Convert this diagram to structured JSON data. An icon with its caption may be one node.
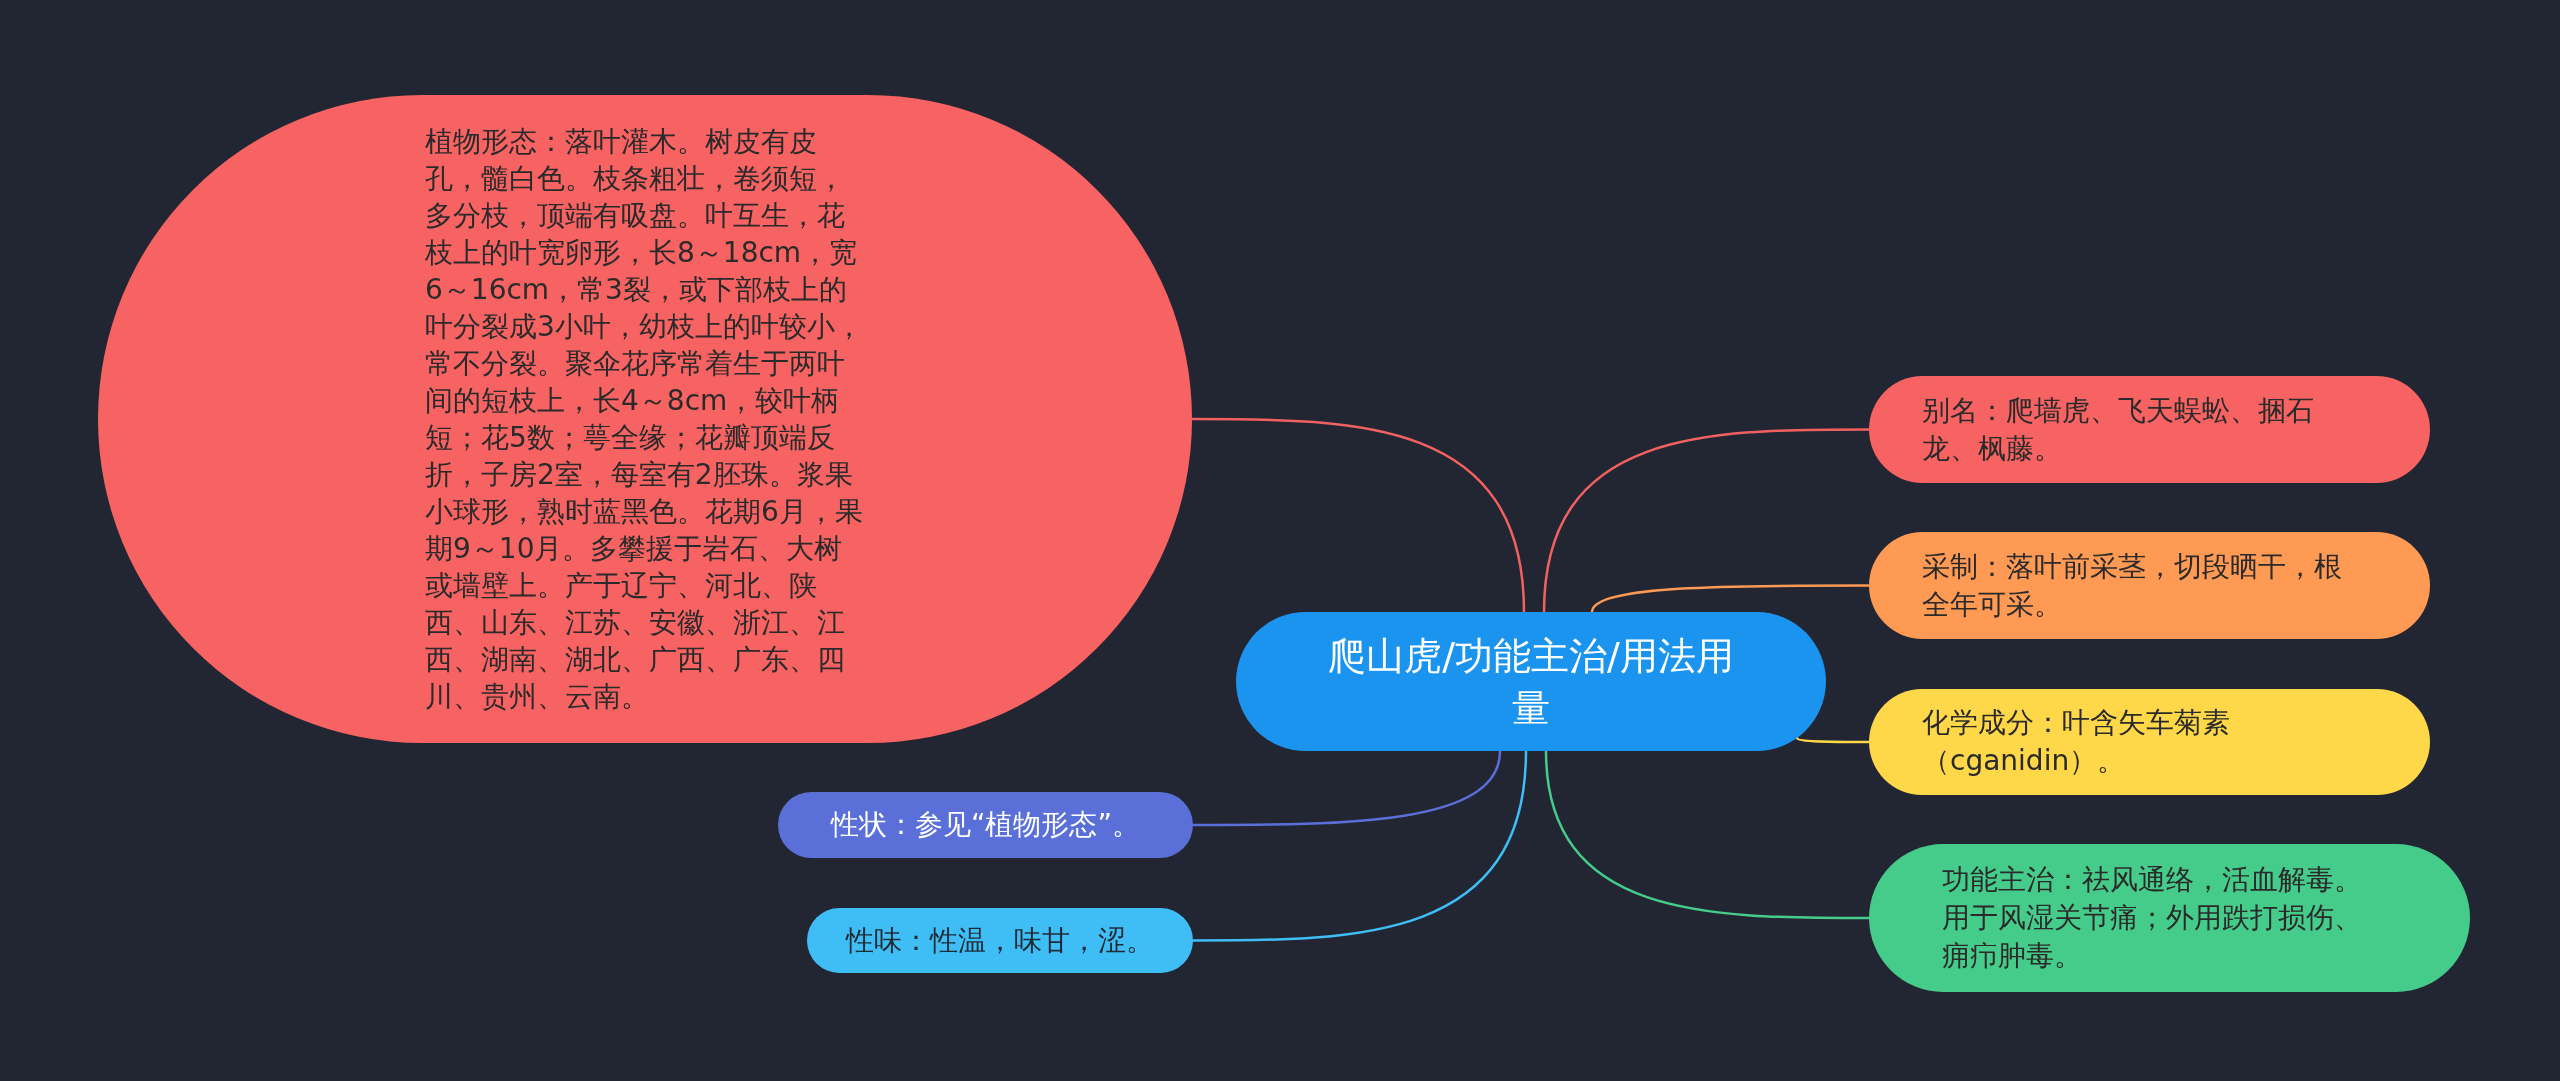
{
  "diagram": {
    "nodes": [
      {
        "text": [
          "爬山虎/功能主治/用法用量"
        ]
      },
      {
        "text": [
          "植物形态：落叶灌木。树皮有皮孔，髓白色。枝条粗壮，卷须短，多分枝，顶端有吸盘。叶互生，花枝上的叶宽卵形，长8～18cm，宽6～16cm，常3裂，或下部枝上的叶分裂成3小叶，幼枝上的叶较小，常不分裂。聚伞花序常着生于两叶间的短枝上，长4～8cm，较叶柄短；花5数；萼全缘；花瓣顶端反折，子房2室，每室有2胚珠。浆果小球形，熟时蓝黑色。花期6月，果期9～10月。多攀援于岩石、大树或墙壁上。产于辽宁、河北、陕西、山东、江苏、安徽、浙江、江西、湖南、湖北、广西、广东、四川、贵州、云南。"
        ]
      },
      {
        "text": [
          "性状：参见“植物形态”。"
        ]
      },
      {
        "text": [
          "性味：性温，味甘，涩。"
        ]
      },
      {
        "text": [
          "别名：爬墙虎、飞天蜈蚣、捆石龙、枫藤。"
        ]
      },
      {
        "text": [
          "采制：落叶前采茎，切段晒干，根全年可采。"
        ]
      },
      {
        "text": [
          "化学成分：叶含矢车菊素（cganidin）。"
        ]
      },
      {
        "text": [
          "功能主治：祛风通络，活血解毒。用于风湿关节痛；外用跌打损伤、痈疖肿毒。"
        ]
      }
    ],
    "edges": [
      {
        "from": 0,
        "to": 1,
        "arrow": "none",
        "color": "#f26161"
      },
      {
        "from": 0,
        "to": 2,
        "arrow": "none",
        "color": "#5a6fd8"
      },
      {
        "from": 0,
        "to": 3,
        "arrow": "none",
        "color": "#3fbef6"
      },
      {
        "from": 0,
        "to": 4,
        "arrow": "none",
        "color": "#f26161"
      },
      {
        "from": 0,
        "to": 5,
        "arrow": "none",
        "color": "#fe9a53"
      },
      {
        "from": 0,
        "to": 6,
        "arrow": "none",
        "color": "#ffd84a"
      },
      {
        "from": 0,
        "to": 7,
        "arrow": "none",
        "color": "#46cc8a"
      }
    ]
  }
}
